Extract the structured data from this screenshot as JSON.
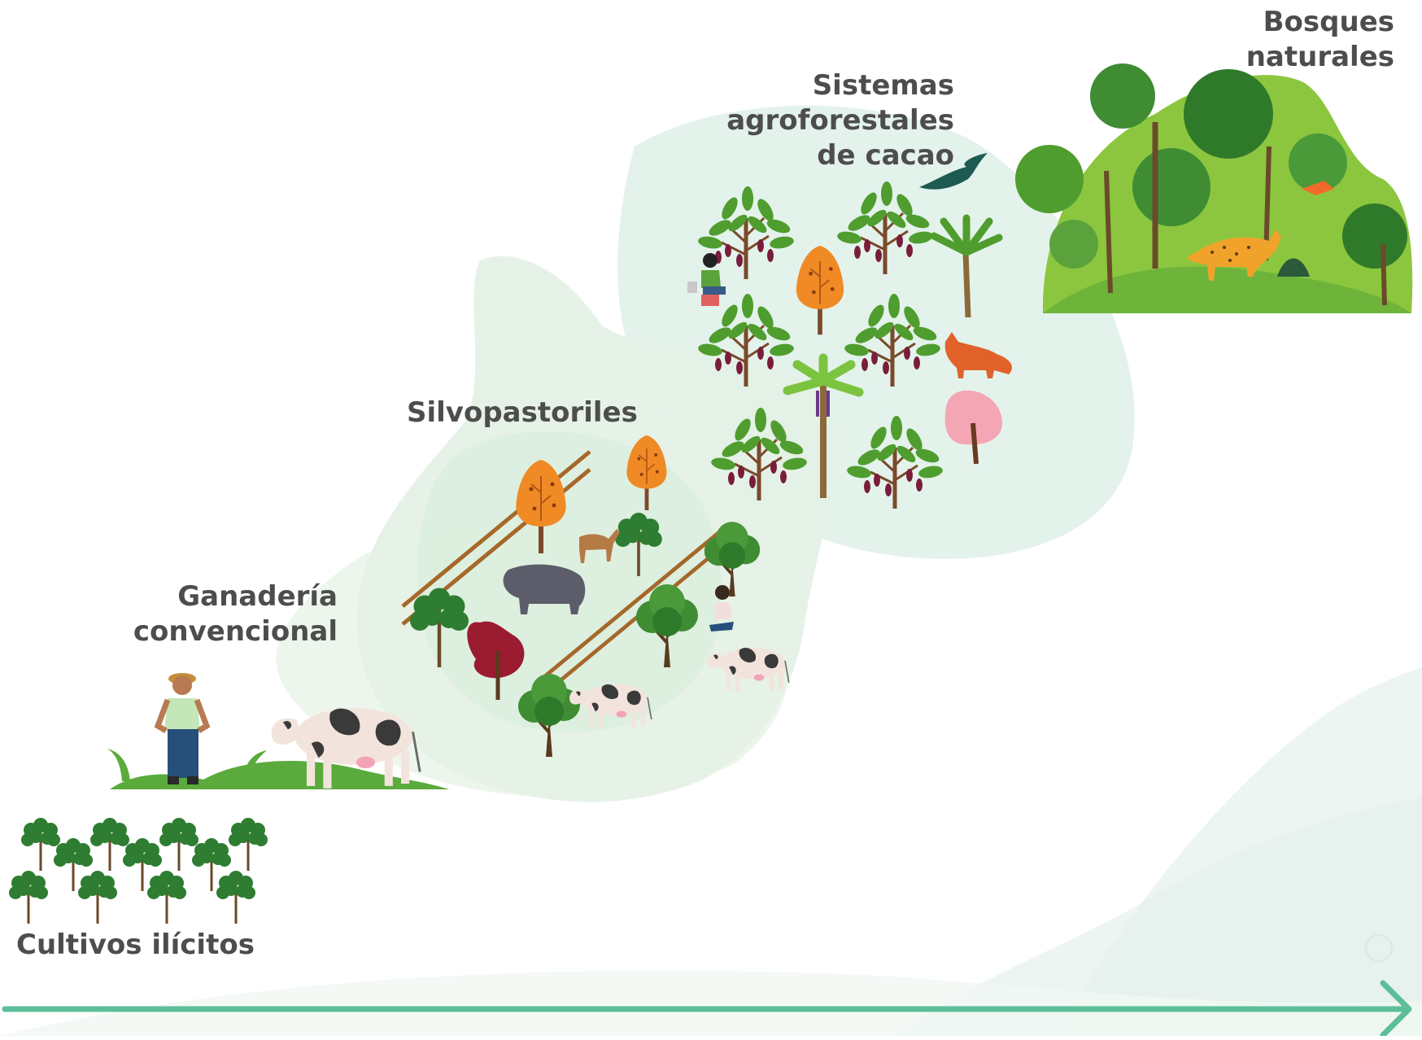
{
  "stages": {
    "ganaderia": [
      "Ganadería",
      "convencional"
    ],
    "silvopastoriles": "Silvopastoriles",
    "sistemas": [
      "Sistemas",
      "agroforestales",
      "de cacao"
    ],
    "bosques": "Bosques naturales",
    "cultivos": "Cultivos ilícitos"
  },
  "colors": {
    "arrow": "#5cbf9a",
    "blob_light": "#e3f1e6",
    "blob_mid": "#d4ecd8",
    "blob_sistemas": "#dcefe6",
    "grass": "#5aab3c",
    "forest_hill": "#8cc63e",
    "tree_dark": "#3f8c33",
    "orange_tree": "#f08a24",
    "fence": "#a5682a",
    "label": "#4d4d4d"
  }
}
